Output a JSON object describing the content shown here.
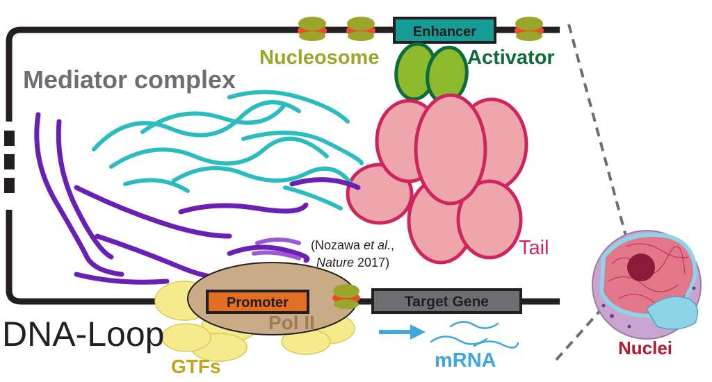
{
  "labels": {
    "enhancer": "Enhancer",
    "nucleosome": "Nucleosome",
    "activator": "Activator",
    "mediator": "Mediator complex",
    "tail": "Tail",
    "citation_line1_a": "(Nozawa ",
    "citation_line1_b": "et al.",
    "citation_line1_c": ",",
    "citation_line2_a": "Nature",
    "citation_line2_b": " 2017)",
    "promoter": "Promoter",
    "target_gene": "Target Gene",
    "pol2": "Pol II",
    "dna_loop": "DNA-Loop",
    "gtfs": "GTFs",
    "mrna": "mRNA",
    "nuclei": "Nuclei"
  },
  "colors": {
    "dna": "#231f20",
    "enhancer_box": "#169c94",
    "nucleosome": "#9aa62a",
    "nucleosome_band": "#e94e2b",
    "activator_fill": "#8dba2c",
    "activator_stroke": "#0e6b3d",
    "activator_text": "#0e6b3d",
    "tail_fill": "#eea6ad",
    "tail_stroke": "#d0245d",
    "mediator_text": "#6d6e71",
    "cyan_protein": "#2bbcc0",
    "purple_protein": "#6a1fb5",
    "promoter_box": "#e36f25",
    "target_box": "#6d6e71",
    "pol2_fill": "#c9ab87",
    "gtf_fill": "#f6eb8c",
    "gtf_text": "#c2a417",
    "mrna": "#3fa7dd",
    "nuclei_text": "#b5182b"
  }
}
